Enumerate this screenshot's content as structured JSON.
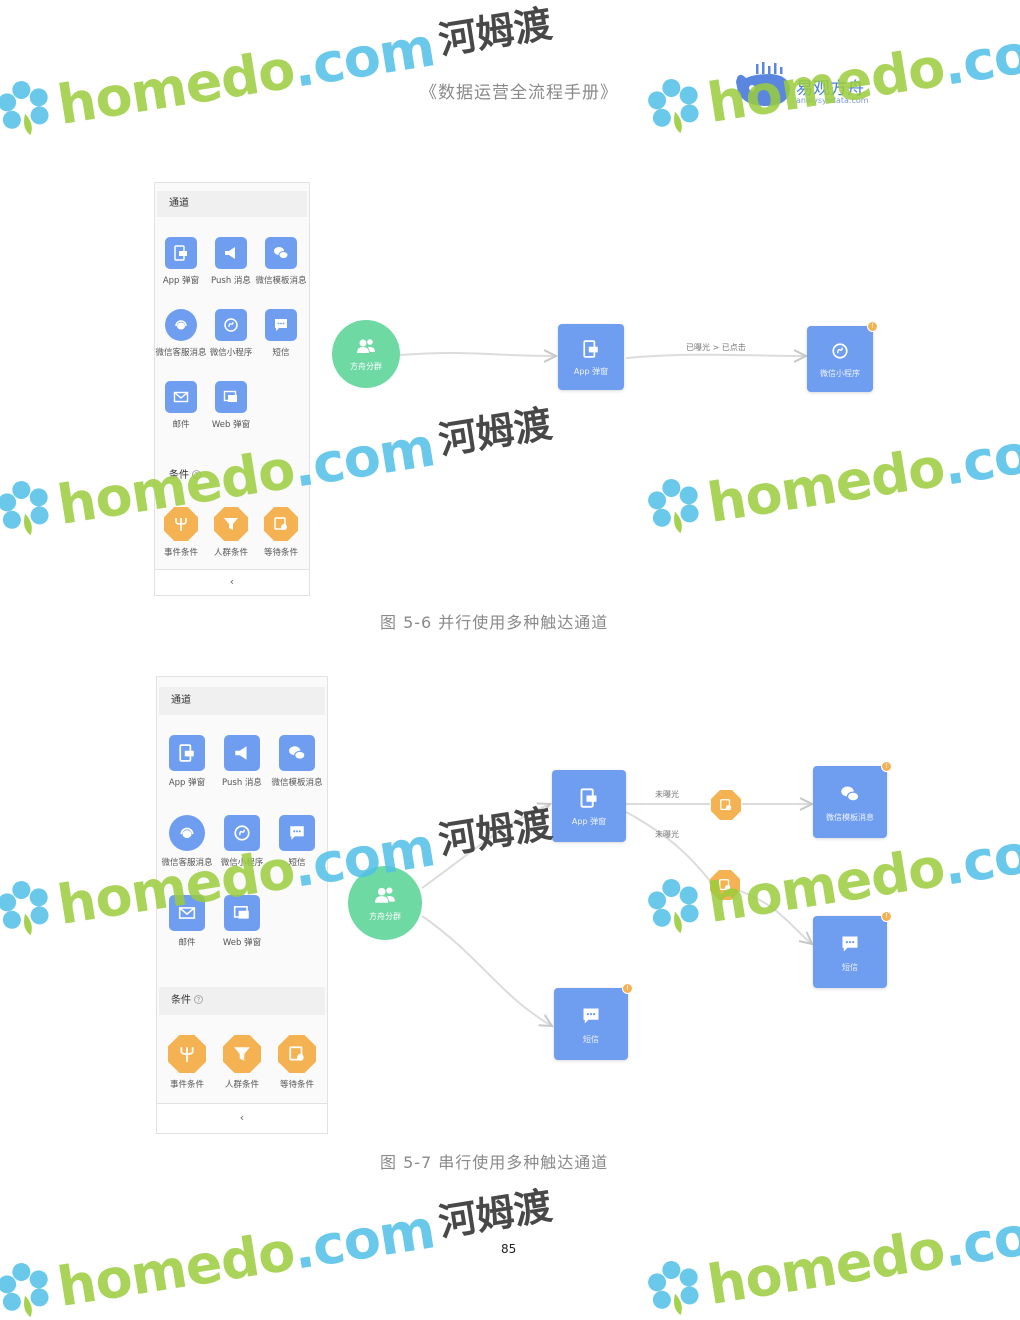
{
  "header": {
    "title": "《数据运营全流程手册》",
    "brand_name": "易观方舟",
    "brand_sub": "analysysdata.com"
  },
  "panel": {
    "channel_title": "通道",
    "condition_title": "条件",
    "help_mark": "?",
    "collapse": "‹",
    "channels": [
      {
        "label": "App 弹窗",
        "icon": "app-popup-icon"
      },
      {
        "label": "Push 消息",
        "icon": "megaphone-icon"
      },
      {
        "label": "微信模板消息",
        "icon": "wechat-icon"
      },
      {
        "label": "微信客服消息",
        "icon": "customer-service-icon"
      },
      {
        "label": "微信小程序",
        "icon": "mini-program-icon"
      },
      {
        "label": "短信",
        "icon": "sms-icon"
      },
      {
        "label": "邮件",
        "icon": "mail-icon"
      },
      {
        "label": "Web 弹窗",
        "icon": "web-popup-icon"
      }
    ],
    "conditions": [
      {
        "label": "事件条件",
        "icon": "event-condition-icon"
      },
      {
        "label": "人群条件",
        "icon": "filter-icon"
      },
      {
        "label": "等待条件",
        "icon": "wait-icon"
      }
    ]
  },
  "figure1": {
    "caption": "图  5-6 并行使用多种触达通道",
    "start": "方舟分群",
    "node_app": "App 弹窗",
    "node_mini": "微信小程序",
    "edge_label": "已曝光 > 已点击",
    "badge": "!"
  },
  "figure2": {
    "caption": "图  5-7 串行使用多种触达通道",
    "start": "方舟分群",
    "node_app": "App 弹窗",
    "node_template": "微信模板消息",
    "node_sms_top": "短信",
    "node_sms_bottom": "短信",
    "edge_label_1": "未曝光",
    "edge_label_2": "未曝光",
    "badge": "!"
  },
  "page_number": "85",
  "watermark": {
    "text_a": "homedo",
    "text_b": ".com",
    "text_cn": "河姆渡"
  },
  "colors": {
    "channel_blue": "#6f9ef0",
    "condition_orange": "#f5b253",
    "start_green": "#6fd9a3",
    "watermark_green": "#9acd3c",
    "watermark_blue": "#50bee6"
  }
}
